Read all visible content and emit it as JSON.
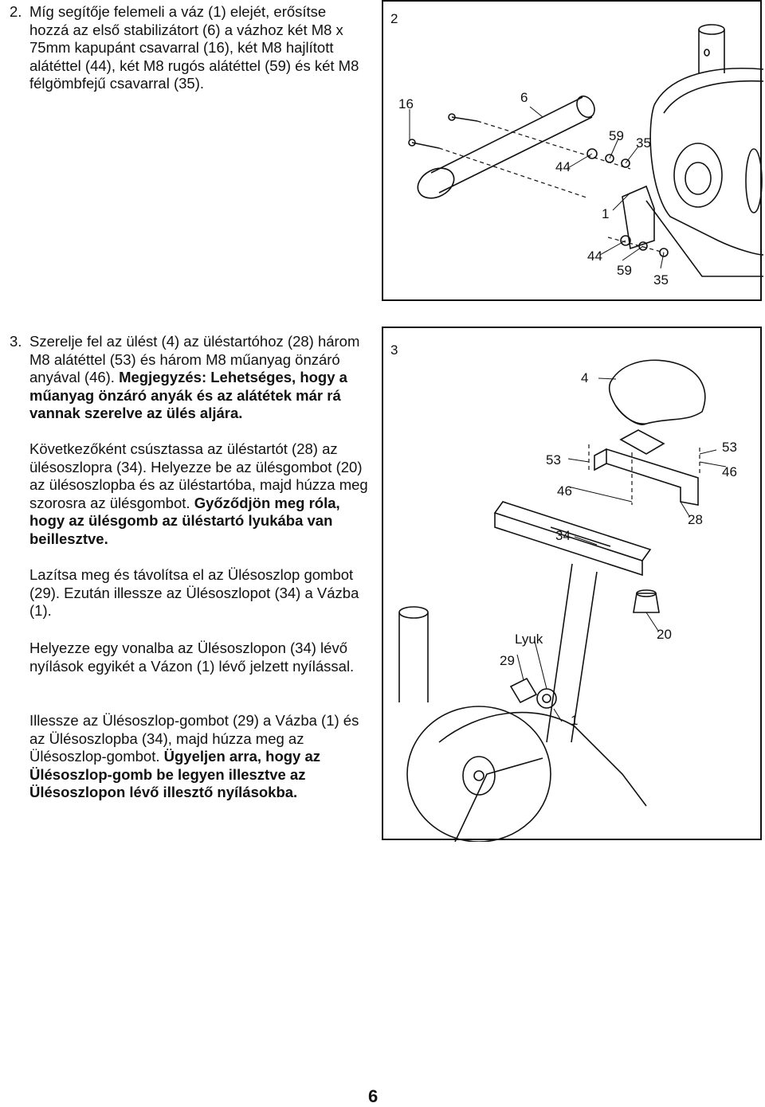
{
  "step2": {
    "number": "2.",
    "text": "Míg segítője felemeli a váz (1) elejét, erősítse hozzá az első stabilizátort (6) a vázhoz két M8 x 75mm kapupánt csavarral (16), két M8 hajlított alátéttel (44), két M8 rugós alátéttel (59) és két M8 félgömbfejű csavarral (35).",
    "figure": {
      "number": "2",
      "callouts": {
        "c16": "16",
        "c6": "6",
        "c59a": "59",
        "c35a": "35",
        "c44a": "44",
        "c1": "1",
        "c44b": "44",
        "c59b": "59",
        "c35b": "35"
      }
    }
  },
  "step3": {
    "number": "3.",
    "para1_normal": "Szerelje fel az ülést (4) az üléstartóhoz (28) három M8 alátéttel (53) és három M8 műanyag önzáró anyával (46). ",
    "para1_bold": "Megjegyzés: Lehetséges, hogy a műanyag önzáró anyák és az alátétek már rá vannak szerelve az ülés aljára.",
    "para2_normal": "Következőként csúsztassa az üléstartót (28) az ülésoszlopra (34). Helyezze be az ülésgombot (20) az ülésoszlopba és az üléstartóba, majd húzza meg szorosra az ülésgombot. ",
    "para2_bold": "Győződjön meg róla, hogy az ülésgomb az üléstartó lyukába van beillesztve.",
    "para3": "Lazítsa meg és távolítsa el az Ülésoszlop gombot (29). Ezután illessze az Ülésoszlopot (34) a Vázba (1).",
    "para4": "Helyezze egy vonalba az Ülésoszlopon (34) lévő nyílások egyikét a Vázon (1) lévő jelzett nyílással.",
    "para5_normal": "Illessze az Ülésoszlop-gombot (29) a Vázba (1) és az Ülésoszlopba (34), majd húzza meg az Ülésoszlop-gombot. ",
    "para5_bold": "Ügyeljen arra, hogy az Ülésoszlop-gomb be legyen illesztve az Ülésoszlopon lévő illesztő nyílásokba.",
    "figure": {
      "number": "3",
      "callouts": {
        "c4": "4",
        "c53a": "53",
        "c53b": "53",
        "c46a": "46",
        "c46b": "46",
        "c34": "34",
        "c28": "28",
        "c20": "20",
        "lyuk": "Lyuk",
        "c29": "29",
        "c1": "1"
      }
    }
  },
  "page_number": "6"
}
